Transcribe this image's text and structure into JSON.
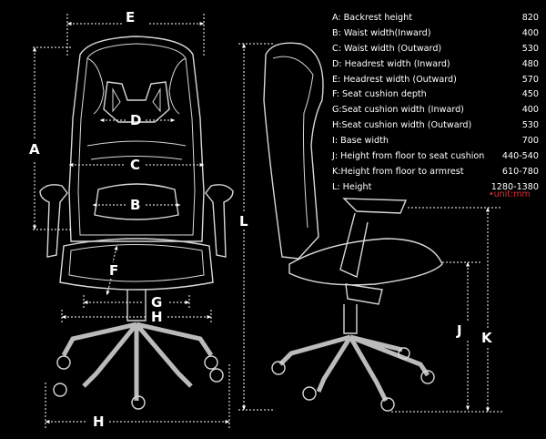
{
  "title": "",
  "specs": [
    {
      "label": "A: Backrest height",
      "value": "820"
    },
    {
      "label": "B: Waist width(Inward)",
      "value": "400"
    },
    {
      "label": "C: Waist width (Outward)",
      "value": "530"
    },
    {
      "label": "D: Headrest width (Inward)",
      "value": "480"
    },
    {
      "label": "E: Headrest width (Outward)",
      "value": "570"
    },
    {
      "label": "F: Seat cushion depth",
      "value": "450"
    },
    {
      "label": "G:Seat cushion width (Inward)",
      "value": "400"
    },
    {
      "label": "H:Seat cushion width (Outward)",
      "value": "530"
    },
    {
      "label": "I: Base width",
      "value": "700"
    },
    {
      "label": "J: Height from floor to seat cushion",
      "value": "440-540"
    },
    {
      "label": "K:Height from floor to armrest",
      "value": "610-780"
    },
    {
      "label": "L: Height",
      "value": "1280-1380"
    }
  ],
  "unit": "•unit:mm",
  "dimension_letters": {
    "A": "A",
    "B": "B",
    "C": "C",
    "D": "D",
    "E": "E",
    "F": "F",
    "G": "G",
    "H_seat": "H",
    "H_base": "H",
    "J": "J",
    "K": "K",
    "L": "L"
  },
  "colors": {
    "background": "#000000",
    "line": "#ffffff",
    "unit_text": "#e0303a"
  }
}
